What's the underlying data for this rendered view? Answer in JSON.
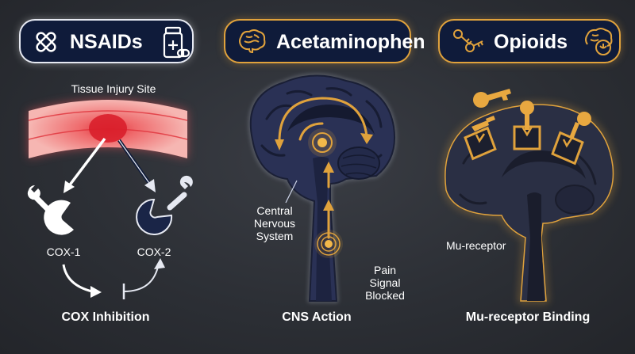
{
  "panels": [
    {
      "title": "NSAIDs",
      "site_label": "Tissue Injury Site",
      "enzyme_1": "COX-1",
      "enzyme_2": "COX-2",
      "caption": "COX Inhibition",
      "icons": [
        "cross-out-pills-icon",
        "pill-bottle-icon",
        "wrench-icon",
        "pacman-enzyme-icon"
      ]
    },
    {
      "title": "Acetaminophen",
      "cns_label": [
        "Central",
        "Nervous",
        "System"
      ],
      "pain_label": [
        "Pain",
        "Signal",
        "Blocked"
      ],
      "caption": "CNS Action",
      "icons": [
        "brain-icon"
      ]
    },
    {
      "title": "Opioids",
      "receptor_label": "Mu-receptor",
      "caption": "Mu-receptor Binding",
      "icons": [
        "keys-icon",
        "brain-lock-icon",
        "key-icon",
        "receptor-icon"
      ]
    }
  ],
  "colors": {
    "background": "#2c2f35",
    "pill_fill": "#0f1b3a",
    "white_border": "#e6e9f2",
    "gold": "#e0a23c",
    "brain_fill": "#2a3155",
    "inflammation_red": "#e0313a",
    "enzyme_blue": "#1a2547"
  }
}
